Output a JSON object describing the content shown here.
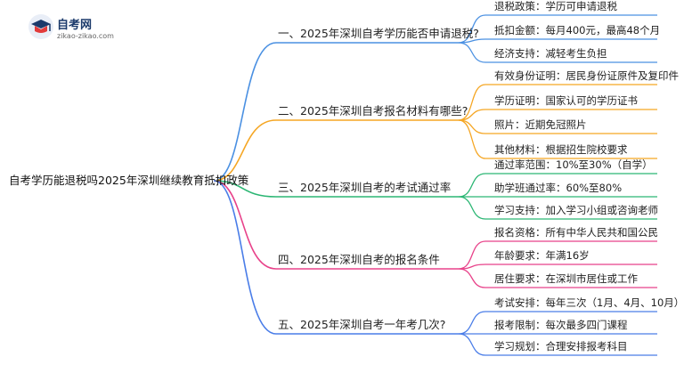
{
  "logo": {
    "title": "自考网",
    "url": "zikao-zikao.com"
  },
  "root": "自考学历能退税吗2025年深圳继续教育抵扣政策",
  "colors": [
    "#4a90e2",
    "#f5a623",
    "#2bb673",
    "#e8428a",
    "#4a7de8"
  ],
  "branches": [
    {
      "label": "一、2025年深圳自考学历能否申请退税?",
      "leaves": [
        "退税政策：学历可申请退税",
        "抵扣金额：每月400元，最高48个月",
        "经济支持：减轻考生负担"
      ]
    },
    {
      "label": "二、2025年深圳自考报名材料有哪些?",
      "leaves": [
        "有效身份证明：居民身份证原件及复印件",
        "学历证明：国家认可的学历证书",
        "照片：近期免冠照片",
        "其他材料：根据招生院校要求"
      ]
    },
    {
      "label": "三、2025年深圳自考的考试通过率",
      "leaves": [
        "通过率范围：10%至30%（自学）",
        "助学班通过率：60%至80%",
        "学习支持：加入学习小组或咨询老师"
      ]
    },
    {
      "label": "四、2025年深圳自考的报名条件",
      "leaves": [
        "报名资格：所有中华人民共和国公民",
        "年龄要求：年满16岁",
        "居住要求：在深圳市居住或工作"
      ]
    },
    {
      "label": "五、2025年深圳自考一年考几次?",
      "leaves": [
        "考试安排：每年三次（1月、4月、10月）",
        "报考限制：每次最多四门课程",
        "学习规划：合理安排报考科目"
      ]
    }
  ]
}
